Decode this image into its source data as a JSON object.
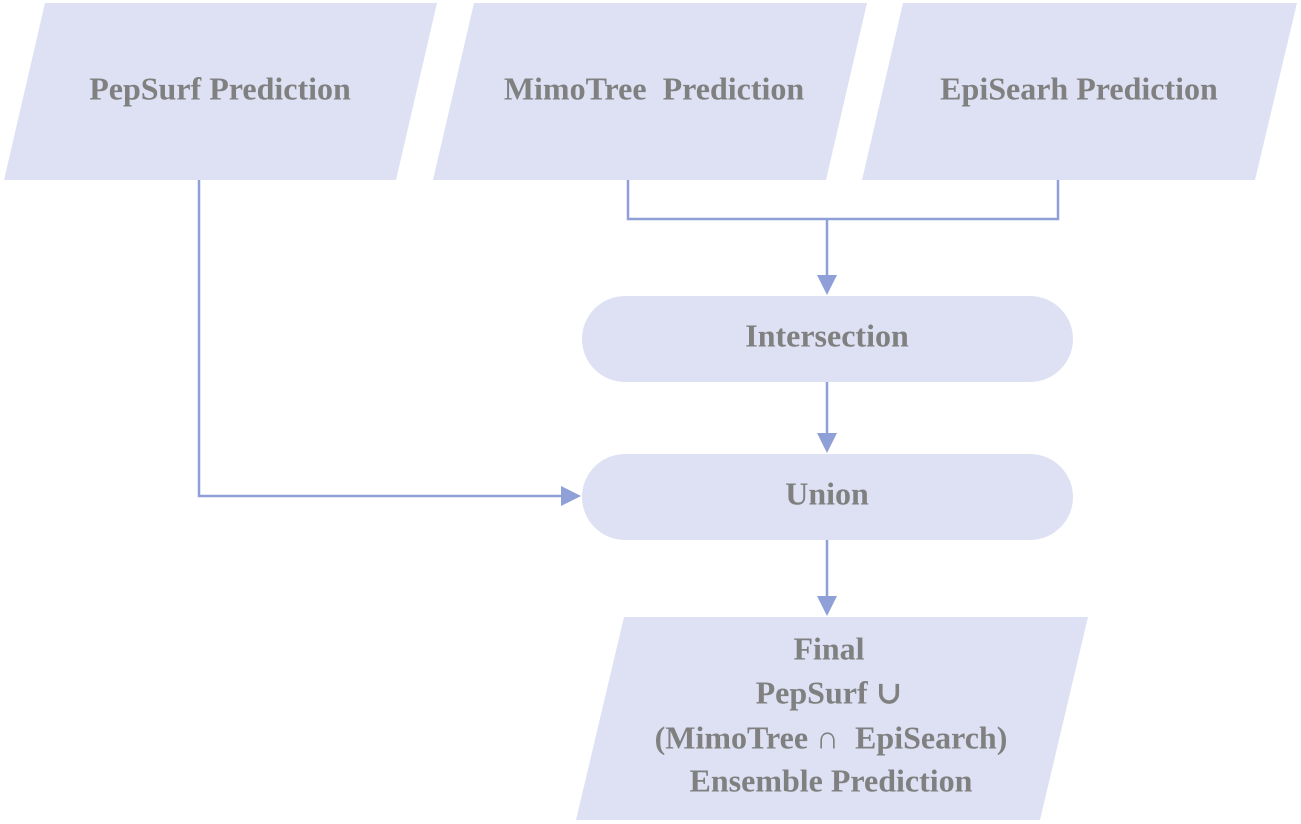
{
  "diagram": {
    "nodes": {
      "pepsurf": {
        "label": "PepSurf Prediction"
      },
      "mimotree": {
        "label": "MimoTree  Prediction"
      },
      "episearch": {
        "label": "EpiSearh Prediction"
      },
      "intersection": {
        "label": "Intersection"
      },
      "union": {
        "label": "Union"
      },
      "final": {
        "lines": [
          "Final",
          "PepSurf ∪",
          "(MimoTree ∩  EpiSearch)",
          "Ensemble Prediction"
        ]
      }
    },
    "edges": [
      {
        "from": "mimotree",
        "to": "intersection"
      },
      {
        "from": "episearch",
        "to": "intersection"
      },
      {
        "from": "intersection",
        "to": "union"
      },
      {
        "from": "pepsurf",
        "to": "union"
      },
      {
        "from": "union",
        "to": "final"
      }
    ],
    "colors": {
      "shape_fill": "#dde1f3",
      "connector": "#8f9fd7",
      "text": "#808080"
    }
  }
}
